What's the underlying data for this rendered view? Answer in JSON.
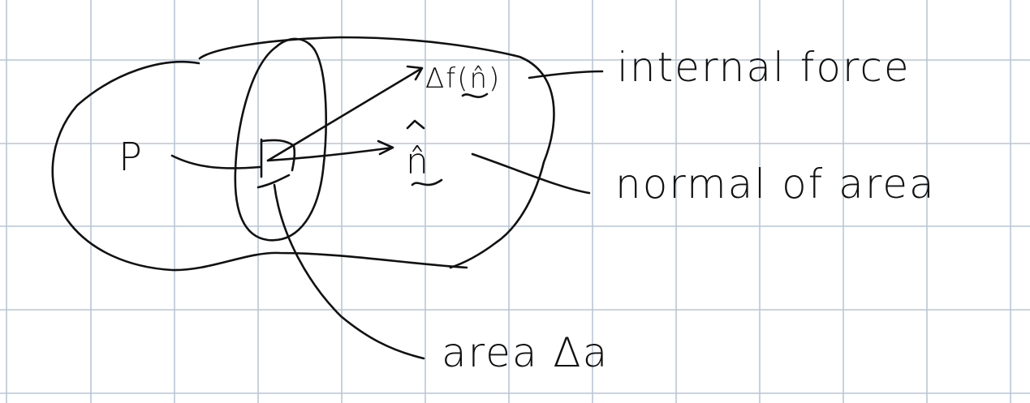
{
  "colors": {
    "background": "#ffffff",
    "grid": "#b7c6d9",
    "ink": "#111111"
  },
  "labels": {
    "point": "P",
    "force": "Δf(n̂)",
    "normal": "n̂",
    "internal_force": "internal force",
    "normal_of_area": "normal of area",
    "area": "area Δa"
  }
}
